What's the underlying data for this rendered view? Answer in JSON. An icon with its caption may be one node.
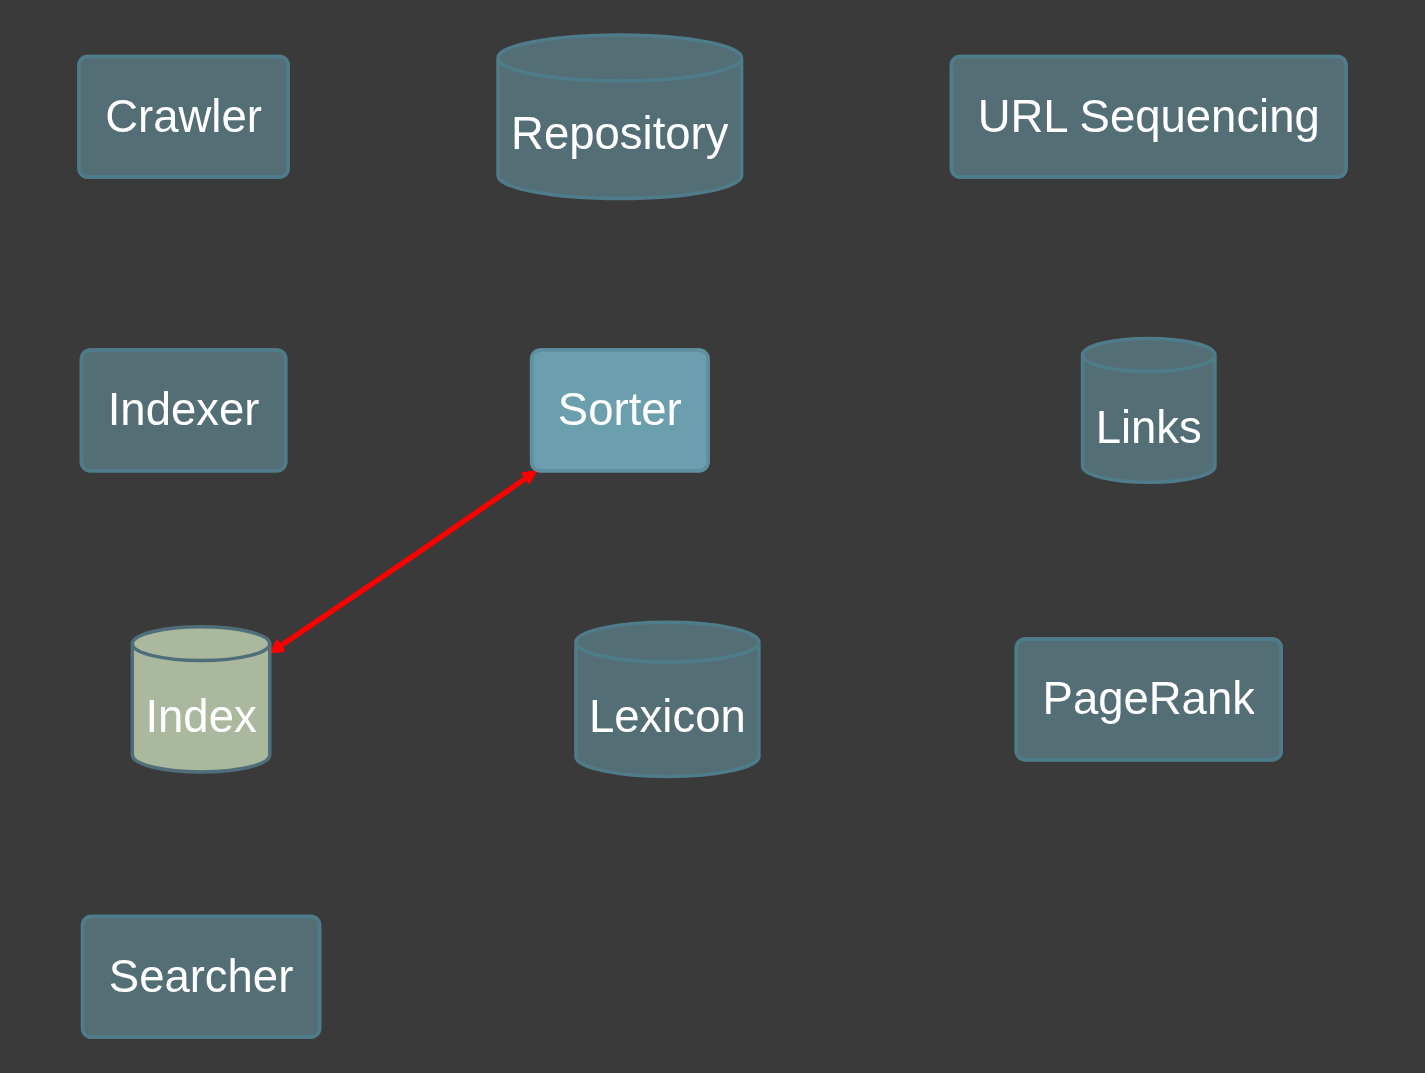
{
  "diagram": {
    "nodes": [
      {
        "text": [
          "URL Sequencing"
        ]
      },
      {
        "text": [
          "Crawler"
        ]
      },
      {
        "text": [
          "Repository"
        ]
      },
      {
        "text": [
          "Indexer"
        ]
      },
      {
        "text": [
          "Sorter"
        ]
      },
      {
        "text": [
          "Links"
        ]
      },
      {
        "text": [
          "Index"
        ]
      },
      {
        "text": [
          "Lexicon"
        ]
      },
      {
        "text": [
          "PageRank"
        ]
      },
      {
        "text": [
          "Searcher"
        ]
      }
    ],
    "edges": [
      {
        "from": 4,
        "to": 6,
        "arrow": "both",
        "color": "#ff0000"
      }
    ]
  }
}
